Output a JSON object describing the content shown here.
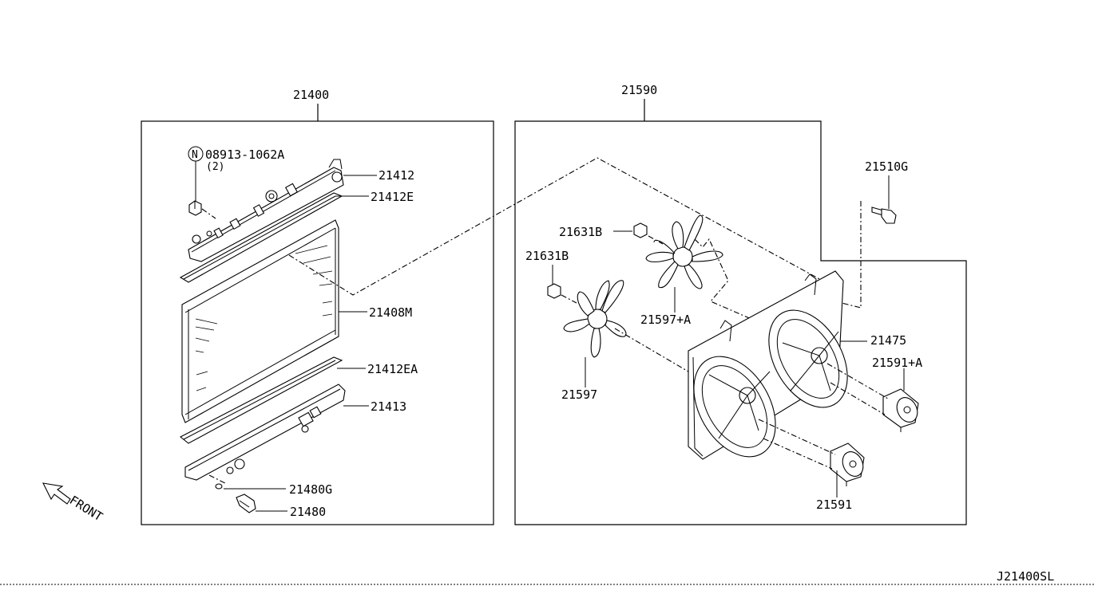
{
  "diagram": {
    "code": "J21400SL",
    "front_label": "FRONT"
  },
  "left_group": {
    "label": "21400",
    "parts": {
      "screw_note_letter": "N",
      "screw_note": "08913-1062A",
      "screw_qty": "(2)",
      "upper_tank": "21412",
      "upper_seal": "21412E",
      "core": "21408M",
      "lower_seal": "21412EA",
      "lower_tank": "21413",
      "drain_gasket": "21480G",
      "drain_plug": "21480"
    }
  },
  "right_group": {
    "label": "21590",
    "parts": {
      "bolt": "21510G",
      "nut_upper": "21631B",
      "nut_lower": "21631B",
      "fan_right": "21597+A",
      "fan_left": "21597",
      "shroud": "21475",
      "motor_right": "21591+A",
      "motor_left": "21591"
    }
  }
}
